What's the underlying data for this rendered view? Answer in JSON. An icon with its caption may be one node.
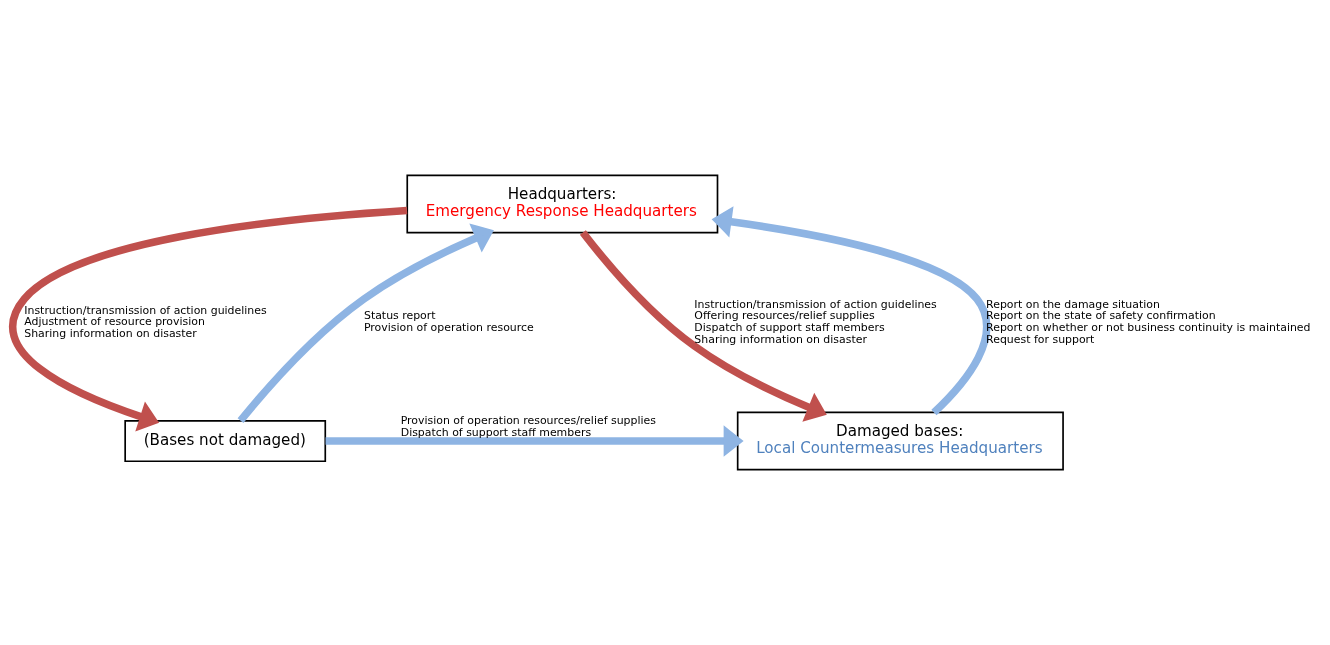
{
  "diagram": {
    "nodes": [
      {
        "text": [
          "Headquarters:",
          "Emergency Response Headquarters"
        ]
      },
      {
        "text": [
          "(Bases not damaged)"
        ]
      },
      {
        "text": [
          "Damaged bases:",
          "Local Countermeasures Headquarters"
        ]
      }
    ],
    "edges": [
      {
        "from": 1,
        "to": 0,
        "arrow": "to",
        "color": "#8eb4e3",
        "label": [
          "Status report",
          "Provision of operation resource"
        ]
      },
      {
        "from": 0,
        "to": 1,
        "arrow": "to",
        "color": "#c0504d",
        "label": [
          "Instruction/transmission of action guidelines",
          "Adjustment of resource provision",
          "Sharing information on disaster"
        ]
      },
      {
        "from": 1,
        "to": 2,
        "arrow": "to",
        "color": "#8eb4e3",
        "label": [
          "Provision of operation resources/relief supplies",
          "Dispatch of support staff members"
        ]
      },
      {
        "from": 0,
        "to": 2,
        "arrow": "to",
        "color": "#c0504d",
        "label": [
          "Instruction/transmission of action guidelines",
          "Offering resources/relief supplies",
          "Dispatch of support staff members",
          "Sharing information on disaster"
        ]
      },
      {
        "from": 2,
        "to": 0,
        "arrow": "to",
        "color": "#8eb4e3",
        "label": [
          "Report on the damage situation",
          "Report on the state of safety confirmation",
          "Report on whether or not business continuity is maintained",
          "Request for support"
        ]
      }
    ]
  }
}
